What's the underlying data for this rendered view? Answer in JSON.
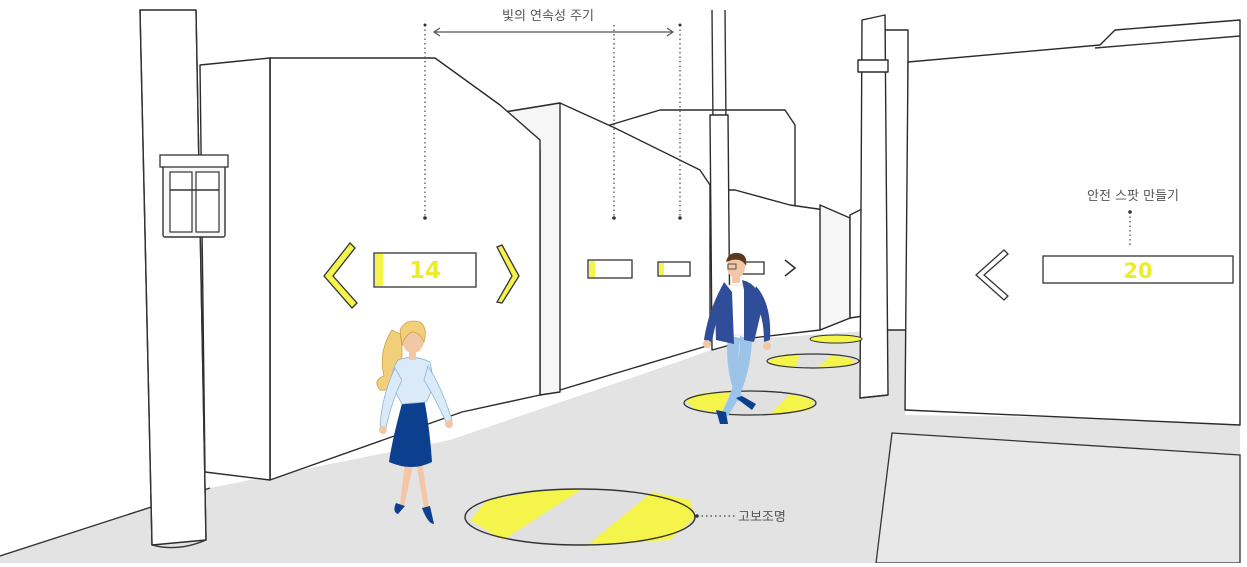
{
  "labels": {
    "continuity_cycle": "빛의 연속성 주기",
    "safe_spot": "안전 스팟 만들기",
    "floor_lighting": "고보조명"
  },
  "signs": {
    "left_number": "14",
    "right_number": "20"
  },
  "colors": {
    "accent_yellow": "#f4f44a",
    "number_yellow": "#ecec2a",
    "ground": "#e3e3e3",
    "line": "#333333",
    "dress_blue": "#0d3f8f",
    "jacket_blue": "#2f4d98",
    "jeans_blue": "#9cc3e8"
  }
}
